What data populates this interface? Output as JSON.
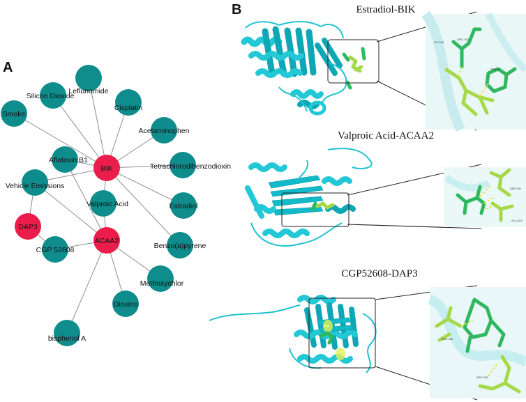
{
  "panels": {
    "a_label": "A",
    "b_label": "B"
  },
  "network": {
    "colors": {
      "target_node": "#ec1c4b",
      "compound_node": "#0f8c8c",
      "edge": "#8c8c8c"
    },
    "nodes": [
      {
        "id": "smoke",
        "label": "Smoke",
        "type": "compound"
      },
      {
        "id": "silicon",
        "label": "Silicon Dioxide",
        "type": "compound"
      },
      {
        "id": "leflunomide",
        "label": "Leflunomide",
        "type": "compound"
      },
      {
        "id": "cisplatin",
        "label": "Cisplatin",
        "type": "compound"
      },
      {
        "id": "acetaminophen",
        "label": "Acetaminophen",
        "type": "compound"
      },
      {
        "id": "aflatoxin",
        "label": "Aflatoxin B1",
        "type": "compound"
      },
      {
        "id": "bik",
        "label": "BIK",
        "type": "target"
      },
      {
        "id": "tcdd",
        "label": "Tetrachlorodibenzodioxin",
        "type": "compound"
      },
      {
        "id": "vehicle",
        "label": "Vehicle Emissions",
        "type": "compound"
      },
      {
        "id": "valproic",
        "label": "Valproic Acid",
        "type": "compound"
      },
      {
        "id": "estradiol",
        "label": "Estradiol",
        "type": "compound"
      },
      {
        "id": "dap3",
        "label": "DAP3",
        "type": "target"
      },
      {
        "id": "acaa2",
        "label": "ACAA2",
        "type": "target"
      },
      {
        "id": "cgp",
        "label": "CGP 52608",
        "type": "compound"
      },
      {
        "id": "benzo",
        "label": "Benzo(a)pyrene",
        "type": "compound"
      },
      {
        "id": "methoxychlor",
        "label": "Methoxychlor",
        "type": "compound"
      },
      {
        "id": "dioxins",
        "label": "Dioxins",
        "type": "compound"
      },
      {
        "id": "bisphenol",
        "label": "bisphenol A",
        "type": "compound"
      }
    ],
    "edges": [
      [
        "smoke",
        "bik"
      ],
      [
        "silicon",
        "bik"
      ],
      [
        "leflunomide",
        "bik"
      ],
      [
        "cisplatin",
        "bik"
      ],
      [
        "acetaminophen",
        "bik"
      ],
      [
        "tcdd",
        "bik"
      ],
      [
        "estradiol",
        "bik"
      ],
      [
        "aflatoxin",
        "bik"
      ],
      [
        "vehicle",
        "bik"
      ],
      [
        "valproic",
        "bik"
      ],
      [
        "benzo",
        "bik"
      ],
      [
        "aflatoxin",
        "acaa2"
      ],
      [
        "vehicle",
        "acaa2"
      ],
      [
        "valproic",
        "acaa2"
      ],
      [
        "cgp",
        "acaa2"
      ],
      [
        "methoxychlor",
        "acaa2"
      ],
      [
        "dioxins",
        "acaa2"
      ],
      [
        "bisphenol",
        "acaa2"
      ],
      [
        "vehicle",
        "dap3"
      ],
      [
        "cgp",
        "dap3"
      ]
    ]
  },
  "docking": [
    {
      "title": "Estradiol-BIK",
      "residues": [
        "ILE-109",
        "ARG-102",
        "TRP-84"
      ]
    },
    {
      "title": "Valproic Acid-ACAA2",
      "residues": [
        "SER-251",
        "ALA-322"
      ]
    },
    {
      "title": "CGP52608-DAP3",
      "residues": [
        "ASN-292",
        "ASP-238"
      ]
    }
  ],
  "docking_colors": {
    "protein": "#22c8d6",
    "ligand": "#2fb860",
    "residue": "#a6d94a",
    "hbond": "#e6e23a"
  }
}
